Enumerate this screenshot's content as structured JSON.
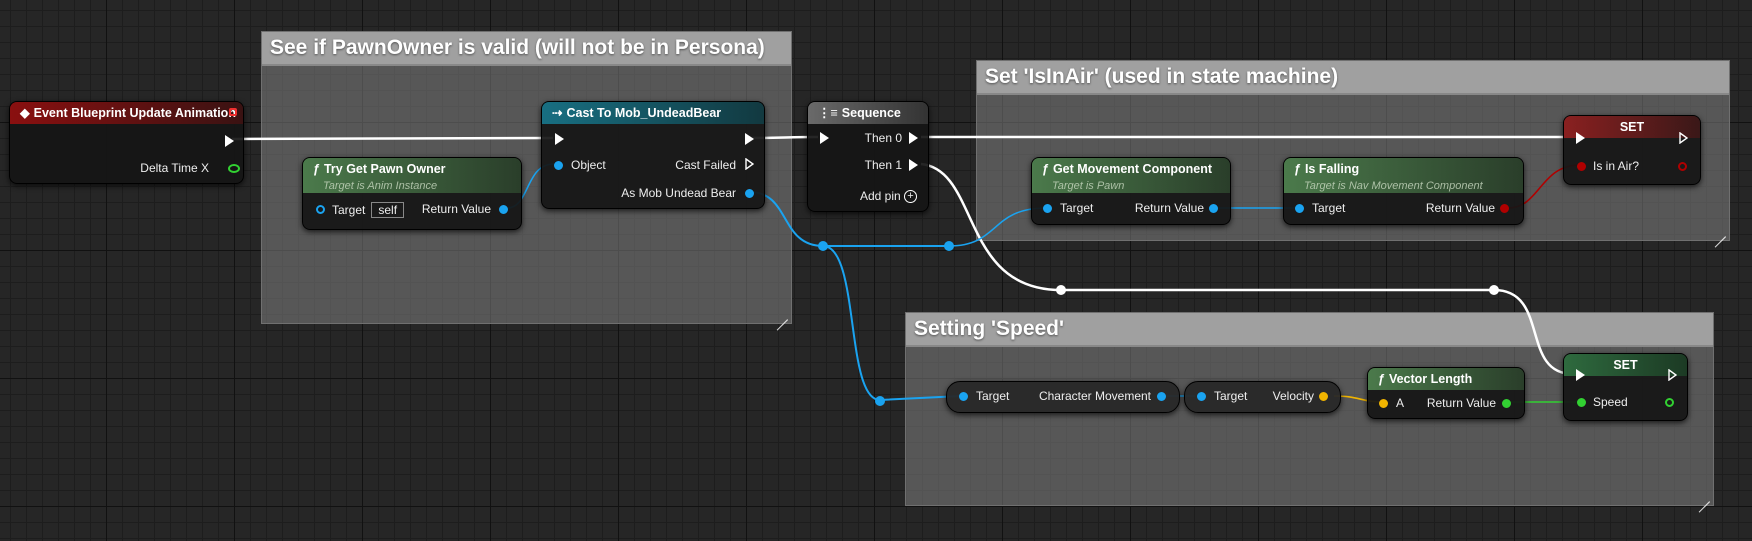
{
  "comments": {
    "pawn_owner": "See if PawnOwner is valid (will not be in Persona)",
    "is_in_air": "Set 'IsInAir' (used in state machine)",
    "speed": "Setting 'Speed'"
  },
  "nodes": {
    "event": {
      "title": "Event Blueprint Update Animation",
      "delta": "Delta Time X"
    },
    "try_get_pawn": {
      "title": "Try Get Pawn Owner",
      "subtitle": "Target is Anim Instance",
      "target": "Target",
      "self": "self",
      "return": "Return Value"
    },
    "cast": {
      "title": "Cast To Mob_UndeadBear",
      "object": "Object",
      "cast_failed": "Cast Failed",
      "as_pin": "As Mob Undead Bear"
    },
    "sequence": {
      "title": "Sequence",
      "then0": "Then 0",
      "then1": "Then 1",
      "add_pin": "Add pin"
    },
    "get_movement": {
      "title": "Get Movement Component",
      "subtitle": "Target is Pawn",
      "target": "Target",
      "return": "Return Value"
    },
    "is_falling": {
      "title": "Is Falling",
      "subtitle": "Target is Nav Movement Component",
      "target": "Target",
      "return": "Return Value"
    },
    "set_air": {
      "title": "SET",
      "var": "Is in Air?"
    },
    "char_move": {
      "target": "Target",
      "out": "Character Movement"
    },
    "velocity": {
      "target": "Target",
      "out": "Velocity"
    },
    "vector_length": {
      "title": "Vector Length",
      "a": "A",
      "return": "Return Value"
    },
    "set_speed": {
      "title": "SET",
      "var": "Speed"
    }
  },
  "colors": {
    "exec": "#ffffff",
    "object": "#1aa3f0",
    "bool": "#b00000",
    "float": "#32d132",
    "vector": "#f0b400"
  }
}
